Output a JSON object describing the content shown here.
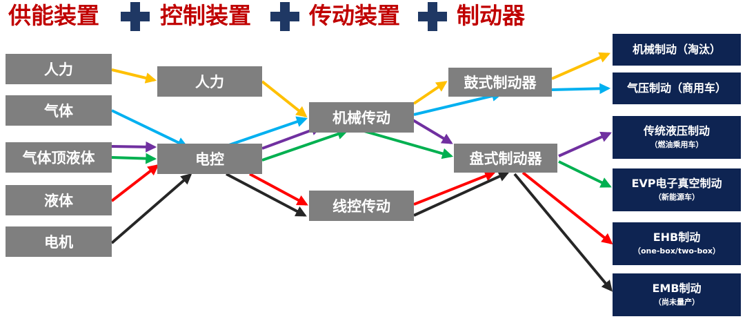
{
  "header": {
    "items": [
      "供能装置",
      "控制装置",
      "传动装置",
      "制动器"
    ]
  },
  "energy_sources": [
    "人力",
    "气体",
    "气体顶液体",
    "液体",
    "电机"
  ],
  "control": {
    "manual": "人力",
    "electric": "电控"
  },
  "transmission": {
    "mechanical": "机械传动",
    "wire": "线控传动"
  },
  "brakes": {
    "drum": "鼓式制动器",
    "disc": "盘式制动器"
  },
  "results": [
    {
      "main": "机械制动（淘汰）",
      "sub": ""
    },
    {
      "main": "气压制动（商用车）",
      "sub": ""
    },
    {
      "main": "传统液压制动",
      "sub": "（燃油乘用车）"
    },
    {
      "main": "EVP电子真空制动",
      "sub": "（新能源车）"
    },
    {
      "main": "EHB制动",
      "sub": "（one-box/two-box）"
    },
    {
      "main": "EMB制动",
      "sub": "（尚未量产）"
    }
  ],
  "colors": {
    "header_text": "#c00000",
    "plus": "#1f3864",
    "gray_box": "#7f7f7f",
    "navy_box": "#0e2452",
    "yellow": "#ffc000",
    "blue": "#00b0f0",
    "purple": "#7030a0",
    "green": "#00b050",
    "red": "#ff0000",
    "black": "#262626"
  }
}
